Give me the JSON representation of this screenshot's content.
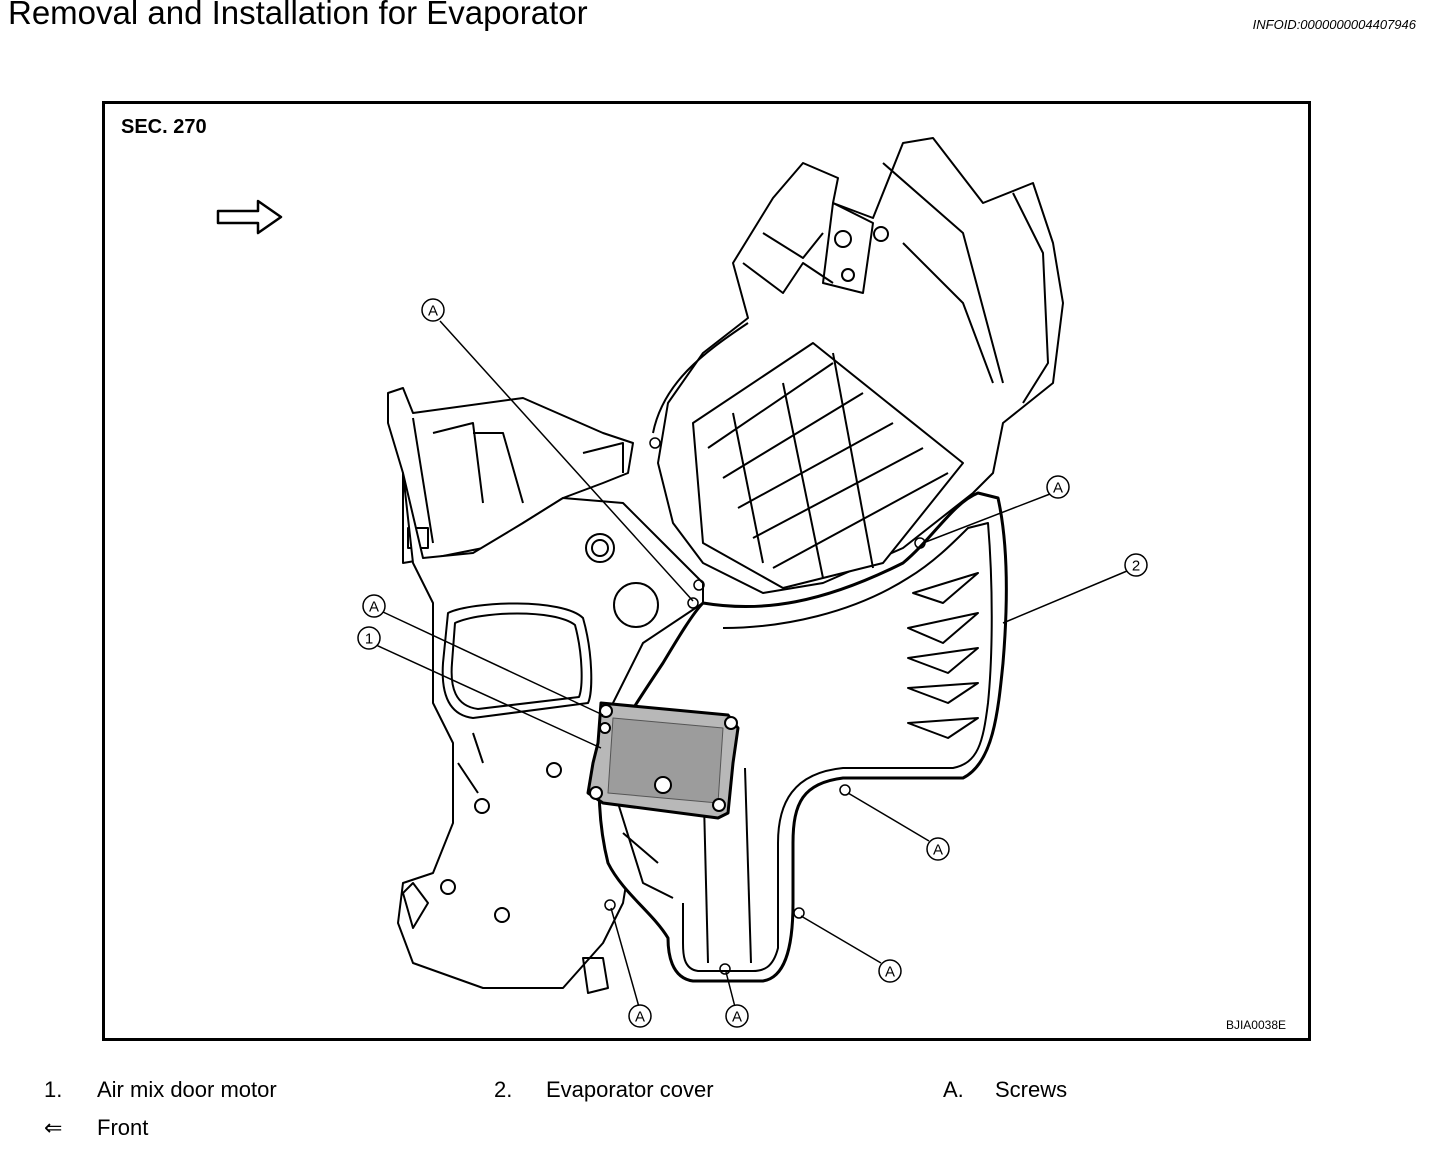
{
  "page": {
    "title": "Removal and Installation for Evaporator",
    "infoid": "INFOID:0000000004407946"
  },
  "figure": {
    "section": "SEC. 270",
    "code": "BJIA0038E",
    "callouts": {
      "screw": "A",
      "part1": "1",
      "part2": "2"
    }
  },
  "legend": {
    "item1": {
      "key": "1.",
      "label": "Air mix door motor"
    },
    "item2": {
      "key": "2.",
      "label": "Evaporator cover"
    },
    "itemA": {
      "key": "A.",
      "label": "Screws"
    },
    "front": {
      "key": "⇐",
      "label": "Front"
    }
  }
}
